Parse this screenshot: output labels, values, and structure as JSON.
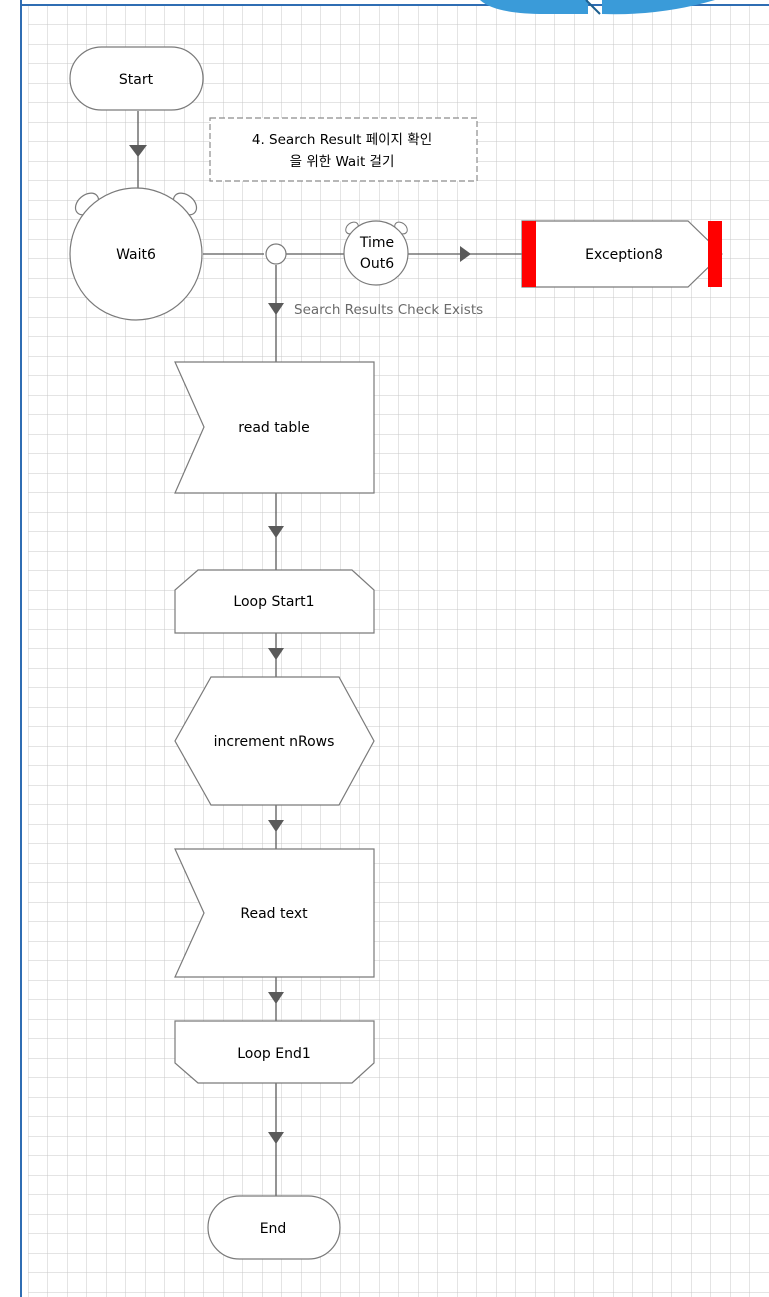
{
  "diagram": {
    "stages": {
      "start": "Start",
      "note": [
        "4. Search Result 페이지 확인",
        "을 위한 Wait 걸기"
      ],
      "wait": "Wait6",
      "timeout": [
        "Time",
        "Out6"
      ],
      "exception": "Exception8",
      "condition_label": "Search Results Check Exists",
      "read_table": "read table",
      "loop_start": "Loop Start1",
      "increment": "increment nRows",
      "read_text": "Read text",
      "loop_end": "Loop End1",
      "end": "End"
    }
  },
  "colors": {
    "grid_line": "#c8c8c8",
    "frame_border": "#2f6db3",
    "stage_stroke": "#7a7a7a",
    "stage_fill": "#ffffff",
    "connector": "#5a5a5a",
    "exception_marker": "#ff0000",
    "decor_blue": "#3a9bd9"
  }
}
